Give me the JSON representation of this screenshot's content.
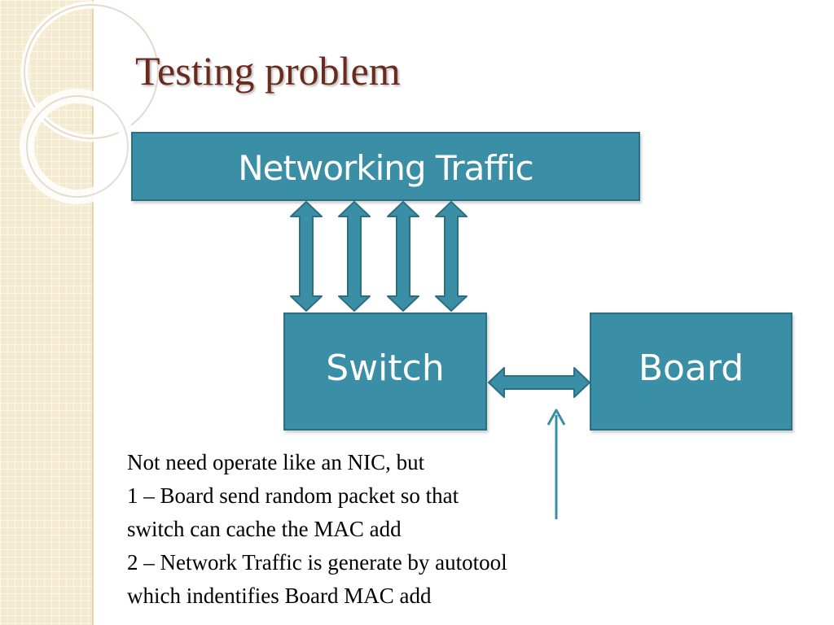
{
  "slide": {
    "title": "Testing problem"
  },
  "diagram": {
    "boxes": {
      "traffic": "Networking Traffic",
      "switch": "Switch",
      "board": "Board"
    },
    "colors": {
      "box_fill": "#3a8ea6",
      "box_border": "#2c6e82",
      "title_color": "#6b2a1e",
      "arrow_color": "#3a8ea6"
    }
  },
  "note": {
    "lines": [
      "Not need operate like an NIC, but",
      "1 – Board send random packet so that",
      "switch can cache the MAC add",
      "2 – Network Traffic is generate by autotool",
      "which indentifies Board MAC add"
    ]
  }
}
